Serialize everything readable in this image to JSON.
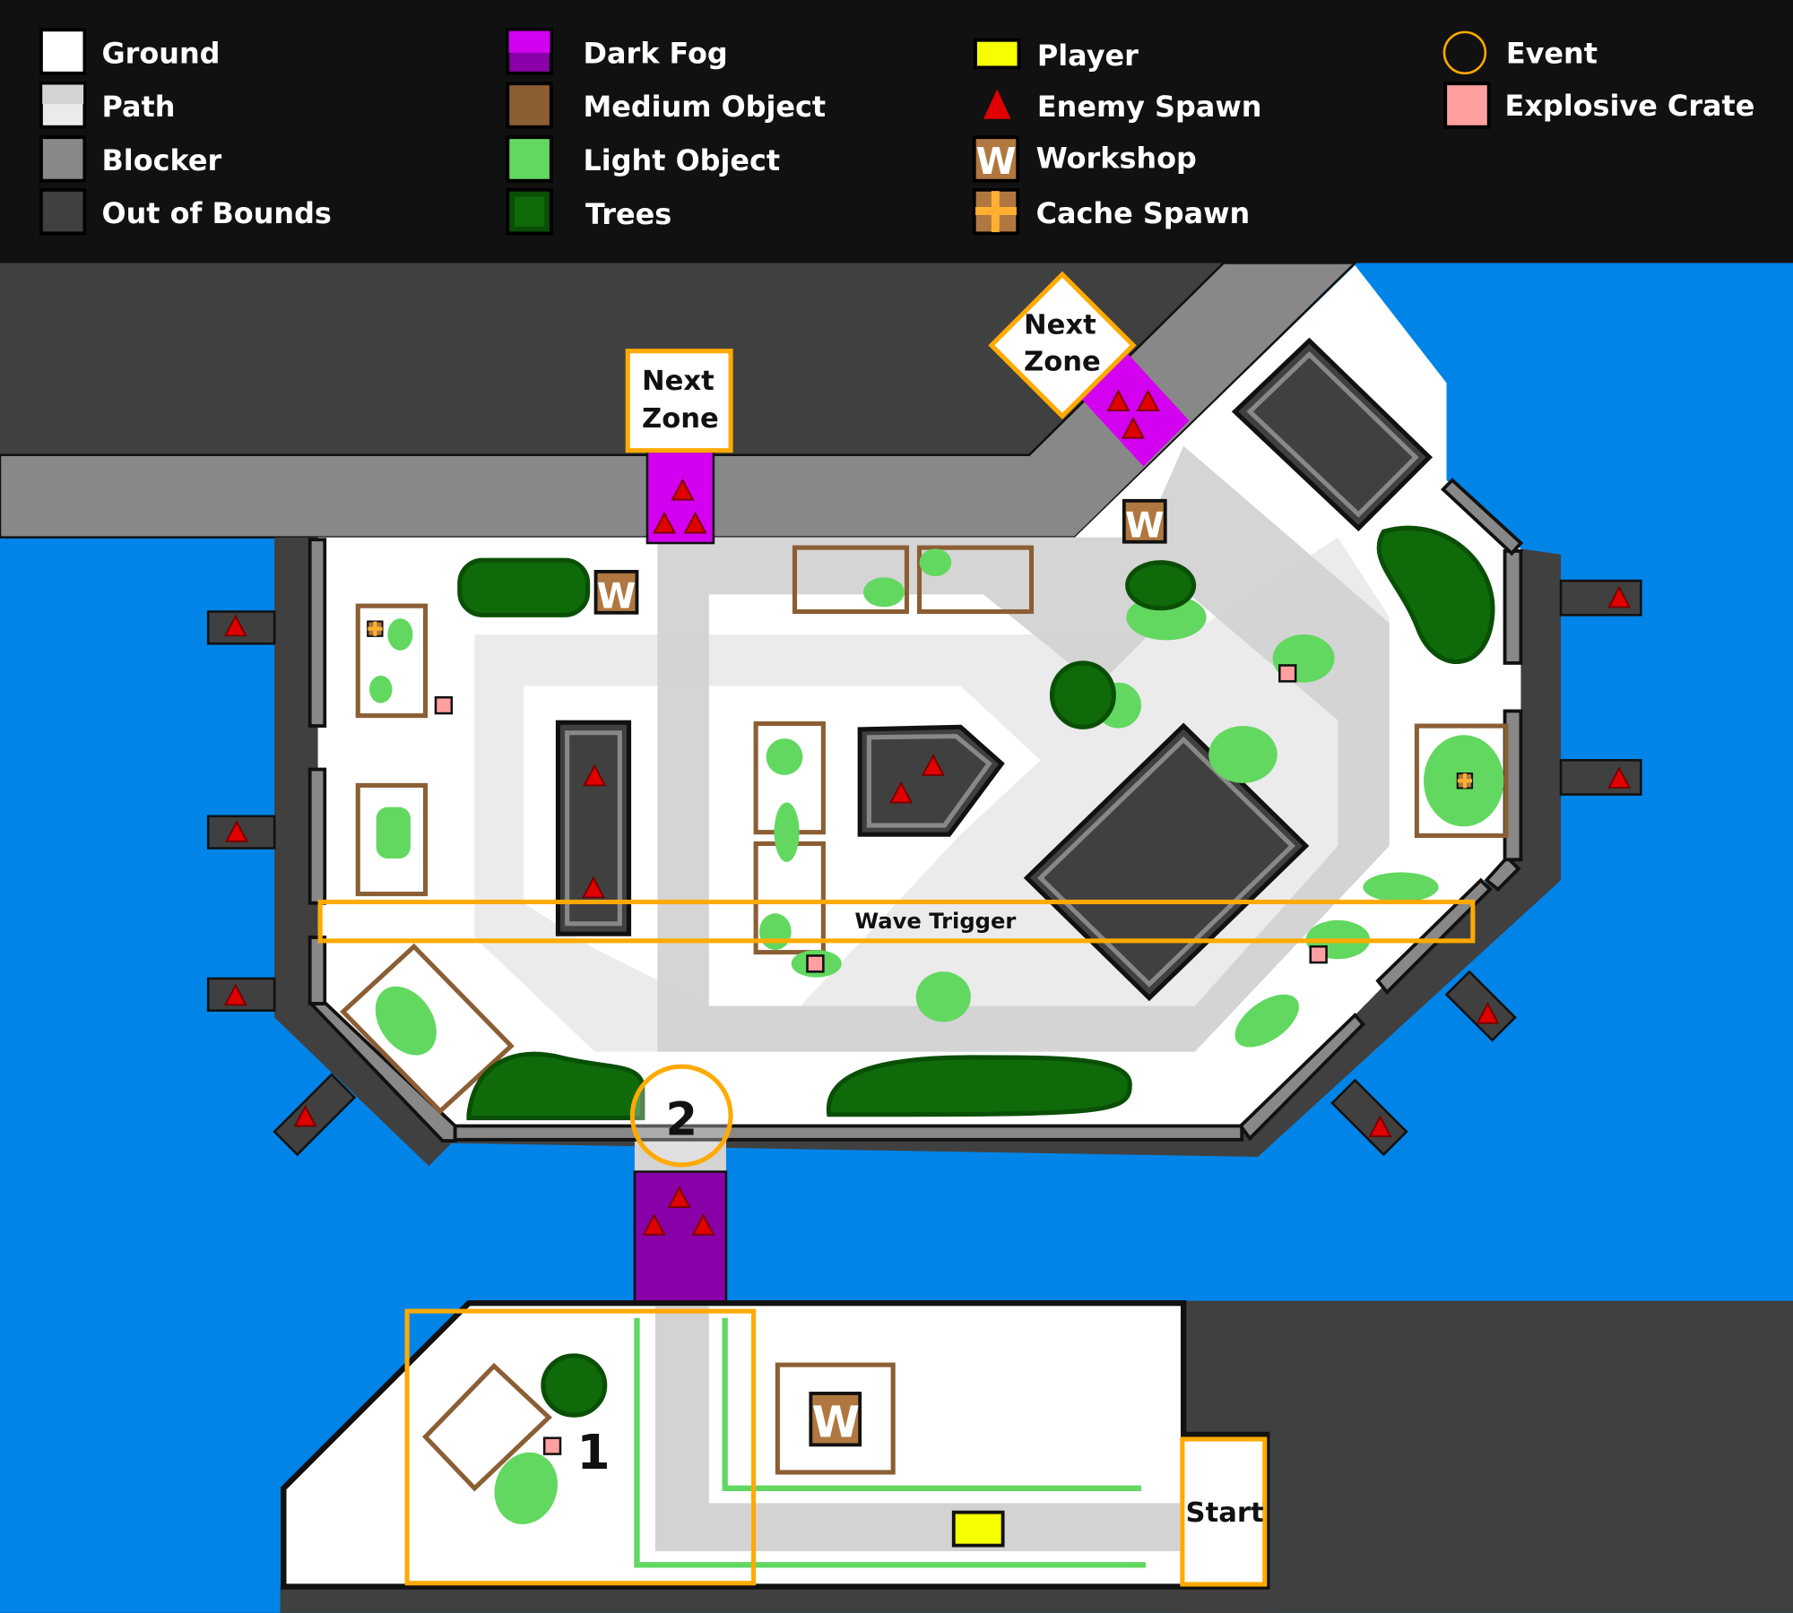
{
  "legend": [
    {
      "label": "Ground",
      "color": "#FFFFFF"
    },
    {
      "label": "Path",
      "color": "#D3D3D3"
    },
    {
      "label": "Blocker",
      "color": "#888888"
    },
    {
      "label": "Out of Bounds",
      "color": "#404040"
    },
    {
      "label": "Dark Fog",
      "color": "#D400F0"
    },
    {
      "label": "Medium Object",
      "color": "#8B5E34"
    },
    {
      "label": "Light Object",
      "color": "#62D860"
    },
    {
      "label": "Trees",
      "color": "#0F6108"
    },
    {
      "label": "Player",
      "color": "#F5FF00"
    },
    {
      "label": "Enemy Spawn",
      "color": "#EE0000"
    },
    {
      "label": "Workshop",
      "color": "#B07840",
      "glyph": "W"
    },
    {
      "label": "Cache Spawn",
      "color": "#B07840"
    },
    {
      "label": "Event",
      "color": "#FFAA00"
    },
    {
      "label": "Explosive Crate",
      "color": "#FF9F9F"
    }
  ],
  "map": {
    "next_zone_line1": "Next",
    "next_zone_line2": "Zone",
    "workshop_glyph": "W",
    "wave_trigger": "Wave Trigger",
    "event_1": "1",
    "event_2": "2",
    "start": "Start"
  },
  "colors": {
    "water": "#0084E8",
    "event": "#FFAA00"
  }
}
